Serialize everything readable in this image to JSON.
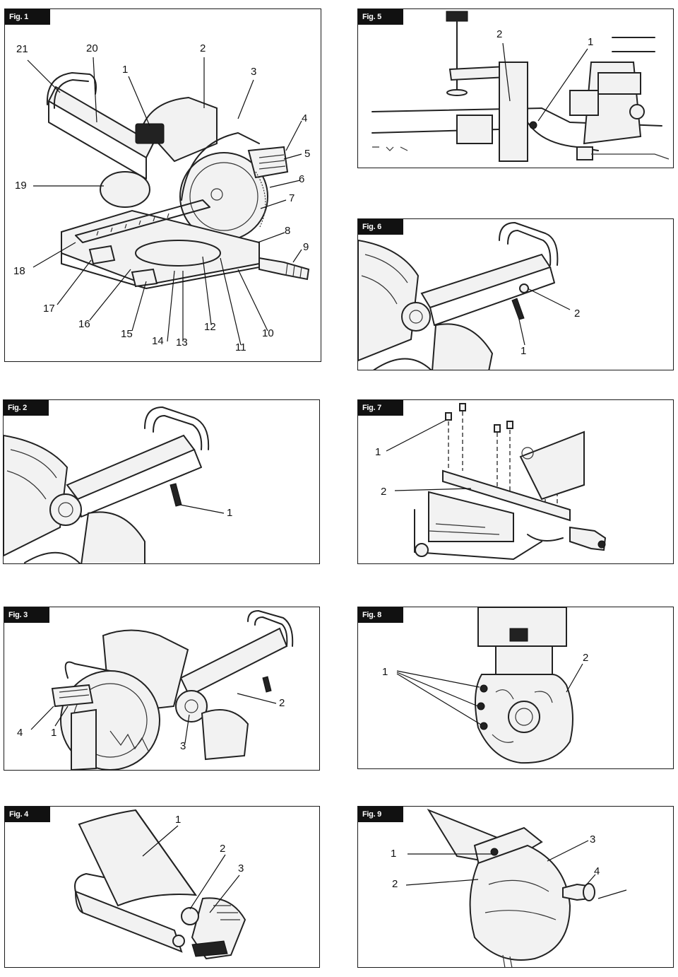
{
  "figures": {
    "fig1": {
      "tag": "Fig. 1",
      "labels": [
        "21",
        "20",
        "1",
        "2",
        "3",
        "4",
        "5",
        "6",
        "7",
        "8",
        "9",
        "10",
        "11",
        "12",
        "13",
        "14",
        "15",
        "16",
        "17",
        "18",
        "19"
      ]
    },
    "fig2": {
      "tag": "Fig. 2",
      "labels": [
        "1"
      ]
    },
    "fig3": {
      "tag": "Fig. 3",
      "labels": [
        "4",
        "1",
        "3",
        "2"
      ]
    },
    "fig4": {
      "tag": "Fig. 4",
      "labels": [
        "1",
        "2",
        "3"
      ]
    },
    "fig5": {
      "tag": "Fig. 5",
      "labels": [
        "2",
        "1"
      ]
    },
    "fig6": {
      "tag": "Fig. 6",
      "labels": [
        "2",
        "1"
      ]
    },
    "fig7": {
      "tag": "Fig. 7",
      "labels": [
        "1",
        "2"
      ]
    },
    "fig8": {
      "tag": "Fig. 8",
      "labels": [
        "1",
        "2"
      ]
    },
    "fig9": {
      "tag": "Fig. 9",
      "labels": [
        "1",
        "2",
        "3",
        "4"
      ]
    }
  }
}
